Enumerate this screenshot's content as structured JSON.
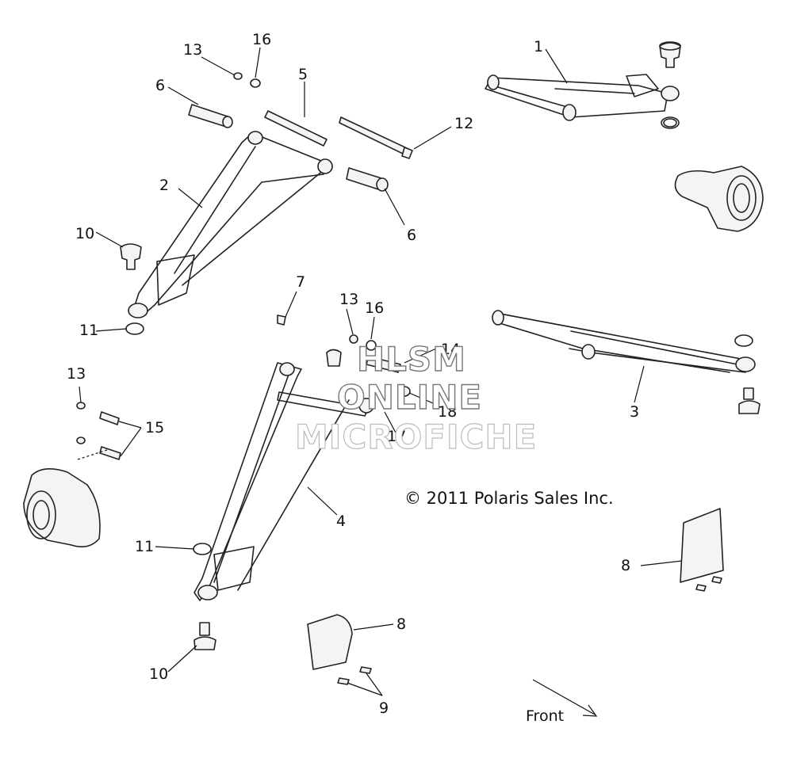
{
  "diagram": {
    "callouts": [
      "1",
      "2",
      "3",
      "4",
      "5",
      "6",
      "6",
      "7",
      "8",
      "8",
      "9",
      "10",
      "10",
      "11",
      "11",
      "12",
      "13",
      "13",
      "13",
      "14",
      "15",
      "16",
      "16",
      "17",
      "18"
    ],
    "copyright": "© 2011 Polaris Sales Inc.",
    "front_label": "Front",
    "watermark": {
      "line1": "HLSM",
      "line2": "ONLINE",
      "line3": "MICROFICHE"
    }
  }
}
